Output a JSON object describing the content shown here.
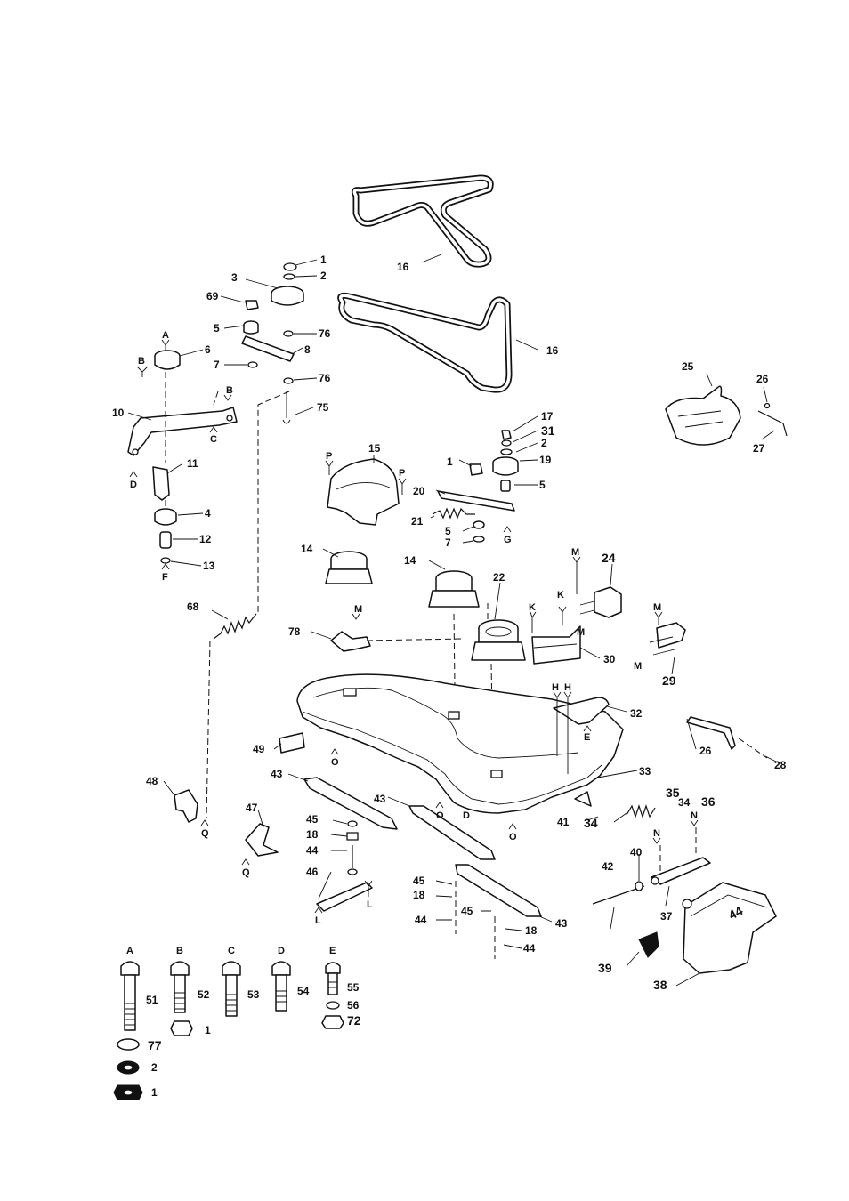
{
  "callouts": [
    {
      "id": "c1a",
      "text": "1"
    },
    {
      "id": "c2a",
      "text": "2"
    },
    {
      "id": "c3",
      "text": "3"
    },
    {
      "id": "c69",
      "text": "69"
    },
    {
      "id": "c5a",
      "text": "5"
    },
    {
      "id": "c76a",
      "text": "76"
    },
    {
      "id": "c8",
      "text": "8"
    },
    {
      "id": "c7a",
      "text": "7"
    },
    {
      "id": "c76b",
      "text": "76"
    },
    {
      "id": "c75",
      "text": "75"
    },
    {
      "id": "c6",
      "text": "6"
    },
    {
      "id": "c10",
      "text": "10"
    },
    {
      "id": "c11",
      "text": "11"
    },
    {
      "id": "c4",
      "text": "4"
    },
    {
      "id": "c12",
      "text": "12"
    },
    {
      "id": "c13",
      "text": "13"
    },
    {
      "id": "c16a",
      "text": "16"
    },
    {
      "id": "c16b",
      "text": "16"
    },
    {
      "id": "c25",
      "text": "25"
    },
    {
      "id": "c26a",
      "text": "26"
    },
    {
      "id": "c27",
      "text": "27"
    },
    {
      "id": "c17",
      "text": "17"
    },
    {
      "id": "c31",
      "text": "31"
    },
    {
      "id": "c2b",
      "text": "2"
    },
    {
      "id": "c19",
      "text": "19"
    },
    {
      "id": "c1b",
      "text": "1"
    },
    {
      "id": "c5b",
      "text": "5"
    },
    {
      "id": "c15",
      "text": "15"
    },
    {
      "id": "c20",
      "text": "20"
    },
    {
      "id": "c21",
      "text": "21"
    },
    {
      "id": "c5c",
      "text": "5"
    },
    {
      "id": "c7b",
      "text": "7"
    },
    {
      "id": "c14a",
      "text": "14"
    },
    {
      "id": "c14b",
      "text": "14"
    },
    {
      "id": "c22",
      "text": "22"
    },
    {
      "id": "c24",
      "text": "24"
    },
    {
      "id": "c68",
      "text": "68"
    },
    {
      "id": "c78",
      "text": "78"
    },
    {
      "id": "c30",
      "text": "30"
    },
    {
      "id": "c29",
      "text": "29"
    },
    {
      "id": "c32",
      "text": "32"
    },
    {
      "id": "c49",
      "text": "49"
    },
    {
      "id": "c26b",
      "text": "26"
    },
    {
      "id": "c28",
      "text": "28"
    },
    {
      "id": "c33",
      "text": "33"
    },
    {
      "id": "c48",
      "text": "48"
    },
    {
      "id": "c43a",
      "text": "43"
    },
    {
      "id": "c43b",
      "text": "43"
    },
    {
      "id": "c35",
      "text": "35"
    },
    {
      "id": "c34a",
      "text": "34"
    },
    {
      "id": "c36",
      "text": "36"
    },
    {
      "id": "c41",
      "text": "41"
    },
    {
      "id": "c34b",
      "text": "34"
    },
    {
      "id": "c47",
      "text": "47"
    },
    {
      "id": "c45a",
      "text": "45"
    },
    {
      "id": "c18a",
      "text": "18"
    },
    {
      "id": "c44a",
      "text": "44"
    },
    {
      "id": "c46",
      "text": "46"
    },
    {
      "id": "c42",
      "text": "42"
    },
    {
      "id": "c40",
      "text": "40"
    },
    {
      "id": "c37",
      "text": "37"
    },
    {
      "id": "c45b",
      "text": "45"
    },
    {
      "id": "c18b",
      "text": "18"
    },
    {
      "id": "c45c",
      "text": "45"
    },
    {
      "id": "c44b",
      "text": "44"
    },
    {
      "id": "c43c",
      "text": "43"
    },
    {
      "id": "c18c",
      "text": "18"
    },
    {
      "id": "c44c",
      "text": "44"
    },
    {
      "id": "c39",
      "text": "39"
    },
    {
      "id": "c38",
      "text": "38"
    },
    {
      "id": "c51",
      "text": "51"
    },
    {
      "id": "c52",
      "text": "52"
    },
    {
      "id": "c53",
      "text": "53"
    },
    {
      "id": "c54",
      "text": "54"
    },
    {
      "id": "c55",
      "text": "55"
    },
    {
      "id": "c56",
      "text": "56"
    },
    {
      "id": "c72",
      "text": "72"
    },
    {
      "id": "c1c",
      "text": "1"
    },
    {
      "id": "c77",
      "text": "77"
    },
    {
      "id": "c2c",
      "text": "2"
    },
    {
      "id": "c1d",
      "text": "1"
    }
  ],
  "letters": [
    {
      "id": "lA1",
      "text": "A"
    },
    {
      "id": "lB1",
      "text": "B"
    },
    {
      "id": "lB2",
      "text": "B"
    },
    {
      "id": "lC1",
      "text": "C"
    },
    {
      "id": "lD1",
      "text": "D"
    },
    {
      "id": "lF",
      "text": "F"
    },
    {
      "id": "lP1",
      "text": "P"
    },
    {
      "id": "lP2",
      "text": "P"
    },
    {
      "id": "lG",
      "text": "G"
    },
    {
      "id": "lM1",
      "text": "M"
    },
    {
      "id": "lM2",
      "text": "M"
    },
    {
      "id": "lM3",
      "text": "M"
    },
    {
      "id": "lM4",
      "text": "M"
    },
    {
      "id": "lM5",
      "text": "M"
    },
    {
      "id": "lK1",
      "text": "K"
    },
    {
      "id": "lK2",
      "text": "K"
    },
    {
      "id": "lH1",
      "text": "H"
    },
    {
      "id": "lH2",
      "text": "H"
    },
    {
      "id": "lE1",
      "text": "E"
    },
    {
      "id": "lO1",
      "text": "O"
    },
    {
      "id": "lO2",
      "text": "O"
    },
    {
      "id": "lO3",
      "text": "O"
    },
    {
      "id": "lD2",
      "text": "D"
    },
    {
      "id": "lQ1",
      "text": "Q"
    },
    {
      "id": "lQ2",
      "text": "Q"
    },
    {
      "id": "lL1",
      "text": "L"
    },
    {
      "id": "lL2",
      "text": "L"
    },
    {
      "id": "lN1",
      "text": "N"
    },
    {
      "id": "lN2",
      "text": "N"
    },
    {
      "id": "kA",
      "text": "A"
    },
    {
      "id": "kB",
      "text": "B"
    },
    {
      "id": "kC",
      "text": "C"
    },
    {
      "id": "kD",
      "text": "D"
    },
    {
      "id": "kE",
      "text": "E"
    }
  ],
  "deck_logo": "44"
}
